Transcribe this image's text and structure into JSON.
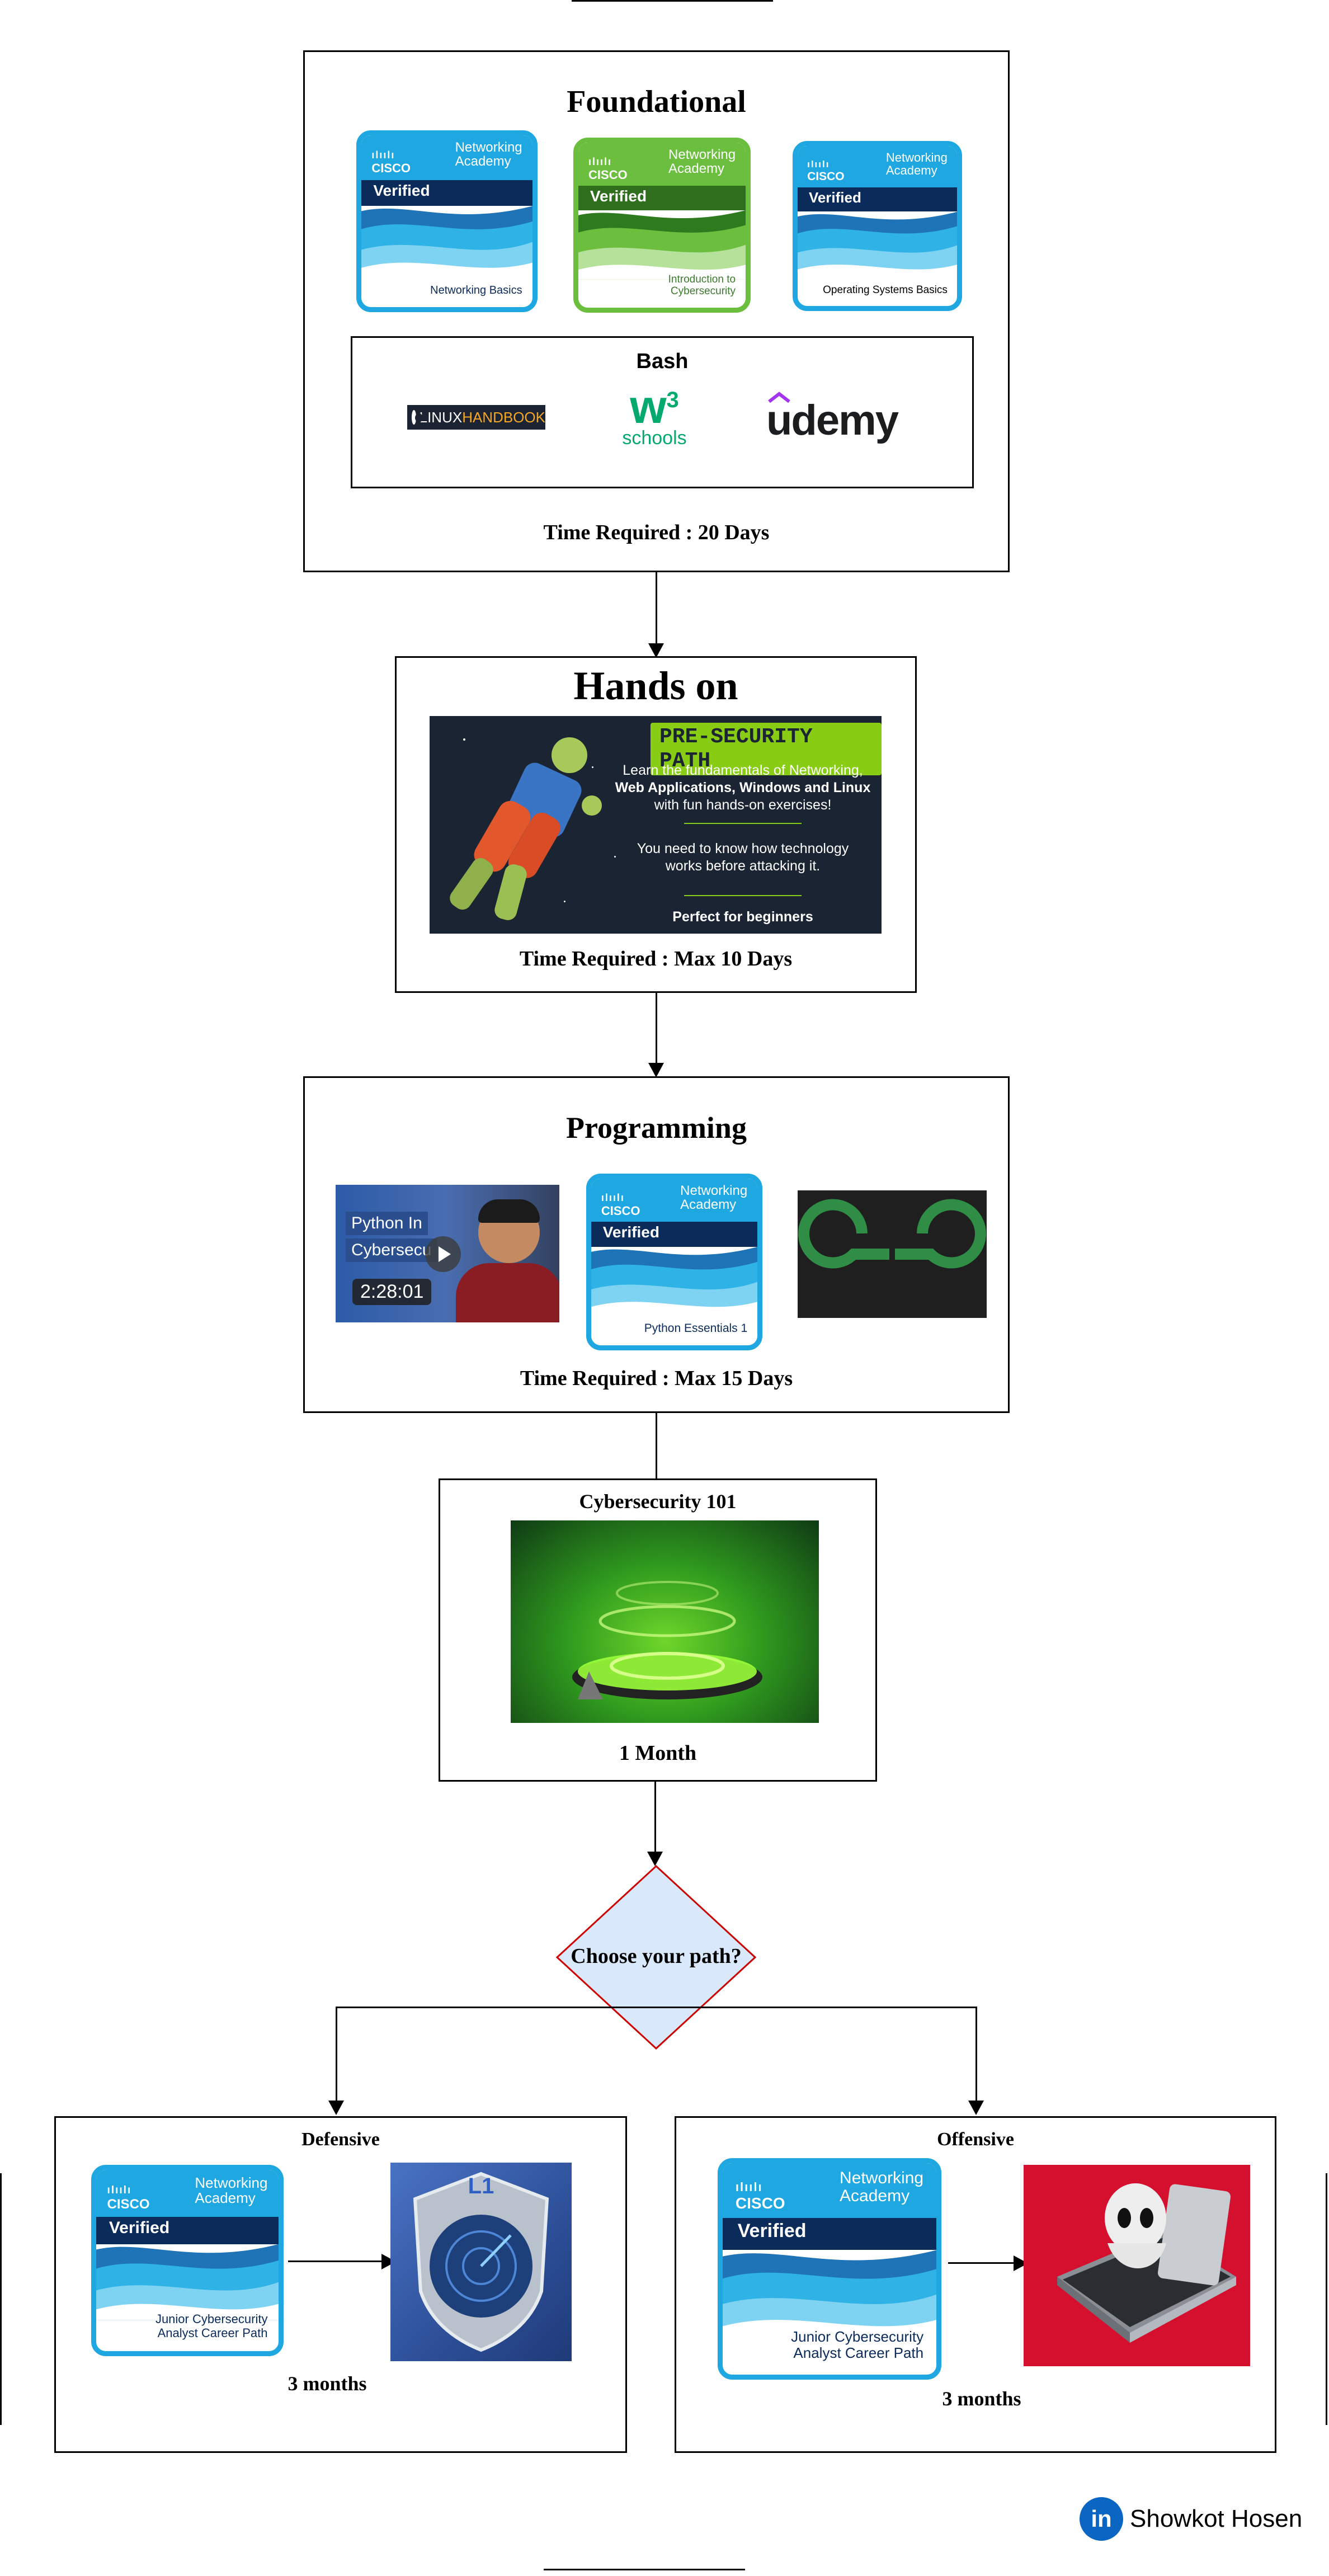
{
  "foundational": {
    "title": "Foundational",
    "badges": [
      {
        "logo": "CISCO",
        "academy_line1": "Networking",
        "academy_line2": "Academy",
        "verified": "Verified",
        "course_line1": "Networking Basics",
        "course_line2": ""
      },
      {
        "logo": "CISCO",
        "academy_line1": "Networking",
        "academy_line2": "Academy",
        "verified": "Verified",
        "course_line1": "Introduction to",
        "course_line2": "Cybersecurity"
      },
      {
        "logo": "CISCO",
        "academy_line1": "Networking",
        "academy_line2": "Academy",
        "verified": "Verified",
        "course_line1": "Operating Systems Basics",
        "course_line2": ""
      }
    ],
    "bash": {
      "title": "Bash",
      "linux_handbook": {
        "part1": "LINUX",
        "part2": "HANDBOOK"
      },
      "w3schools": {
        "letters": "w",
        "sup": "3",
        "word": "schools"
      },
      "udemy": "udemy"
    },
    "time": "Time Required : 20 Days"
  },
  "hands_on": {
    "title": "Hands on",
    "banner": {
      "heading": "PRE-SECURITY PATH",
      "line1": "Learn the fundamentals of Networking,",
      "line2": "Web Applications, Windows and Linux",
      "line3": "with fun hands-on exercises!",
      "line4": "You need to know how technology",
      "line5": "works before attacking it.",
      "footer": "Perfect for beginners"
    },
    "time": "Time Required : Max 10 Days"
  },
  "programming": {
    "title": "Programming",
    "video": {
      "line1": "Python In",
      "line2": "Cybersecu",
      "duration": "2:28:01"
    },
    "badge": {
      "logo": "CISCO",
      "academy_line1": "Networking",
      "academy_line2": "Academy",
      "verified": "Verified",
      "course_line1": "Python Essentials 1",
      "course_line2": ""
    },
    "time": "Time Required : Max 15 Days"
  },
  "cyber101": {
    "title": "Cybersecurity 101",
    "time": "1 Month"
  },
  "decision": {
    "label": "Choose your path?"
  },
  "defensive": {
    "title": "Defensive",
    "badge": {
      "logo": "CISCO",
      "academy_line1": "Networking",
      "academy_line2": "Academy",
      "verified": "Verified",
      "course_line1": "Junior Cybersecurity",
      "course_line2": "Analyst Career Path"
    },
    "shield_text": "L1",
    "time": "3 months"
  },
  "offensive": {
    "title": "Offensive",
    "badge": {
      "logo": "CISCO",
      "academy_line1": "Networking",
      "academy_line2": "Academy",
      "verified": "Verified",
      "course_line1": "Junior Cybersecurity",
      "course_line2": "Analyst Career Path"
    },
    "time": "3 months"
  },
  "author": {
    "name": "Showkot Hosen",
    "icon": "linkedin-icon"
  },
  "colors": {
    "cisco_blue": "#1ea7e1",
    "cisco_green": "#6cbf3e",
    "diamond_fill": "#dae8fc",
    "diamond_stroke": "#cc0000",
    "linkedin": "#0a66c2"
  }
}
